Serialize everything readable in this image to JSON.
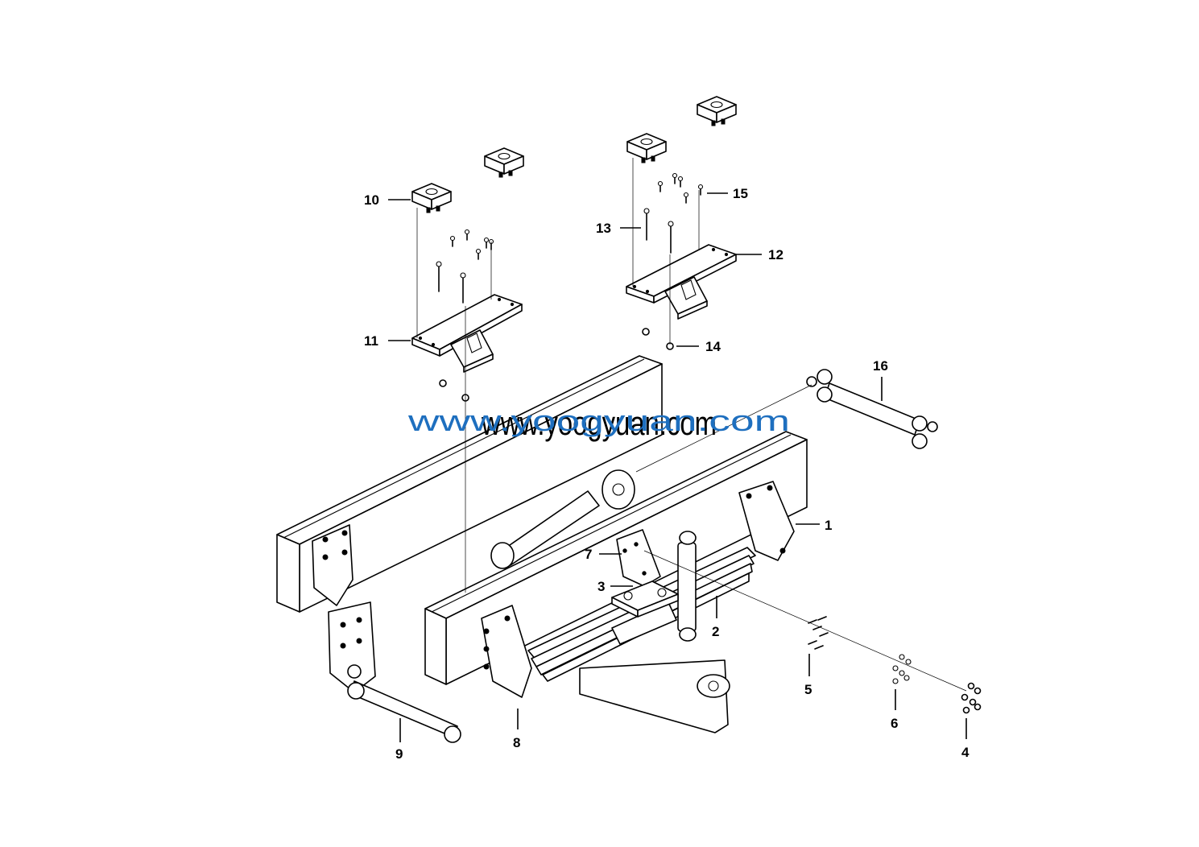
{
  "watermark": {
    "black_text": "www.yoogyuan.com",
    "blue_text": "www.yoogyuan.com",
    "blue_color": "#1e6fbf"
  },
  "callouts": [
    {
      "id": "1",
      "label": "1"
    },
    {
      "id": "2",
      "label": "2"
    },
    {
      "id": "3",
      "label": "3"
    },
    {
      "id": "4",
      "label": "4"
    },
    {
      "id": "5",
      "label": "5"
    },
    {
      "id": "6",
      "label": "6"
    },
    {
      "id": "7",
      "label": "7"
    },
    {
      "id": "8",
      "label": "8"
    },
    {
      "id": "9",
      "label": "9"
    },
    {
      "id": "10",
      "label": "10"
    },
    {
      "id": "11",
      "label": "11"
    },
    {
      "id": "12",
      "label": "12"
    },
    {
      "id": "13",
      "label": "13"
    },
    {
      "id": "14",
      "label": "14"
    },
    {
      "id": "15",
      "label": "15"
    },
    {
      "id": "16",
      "label": "16"
    }
  ]
}
